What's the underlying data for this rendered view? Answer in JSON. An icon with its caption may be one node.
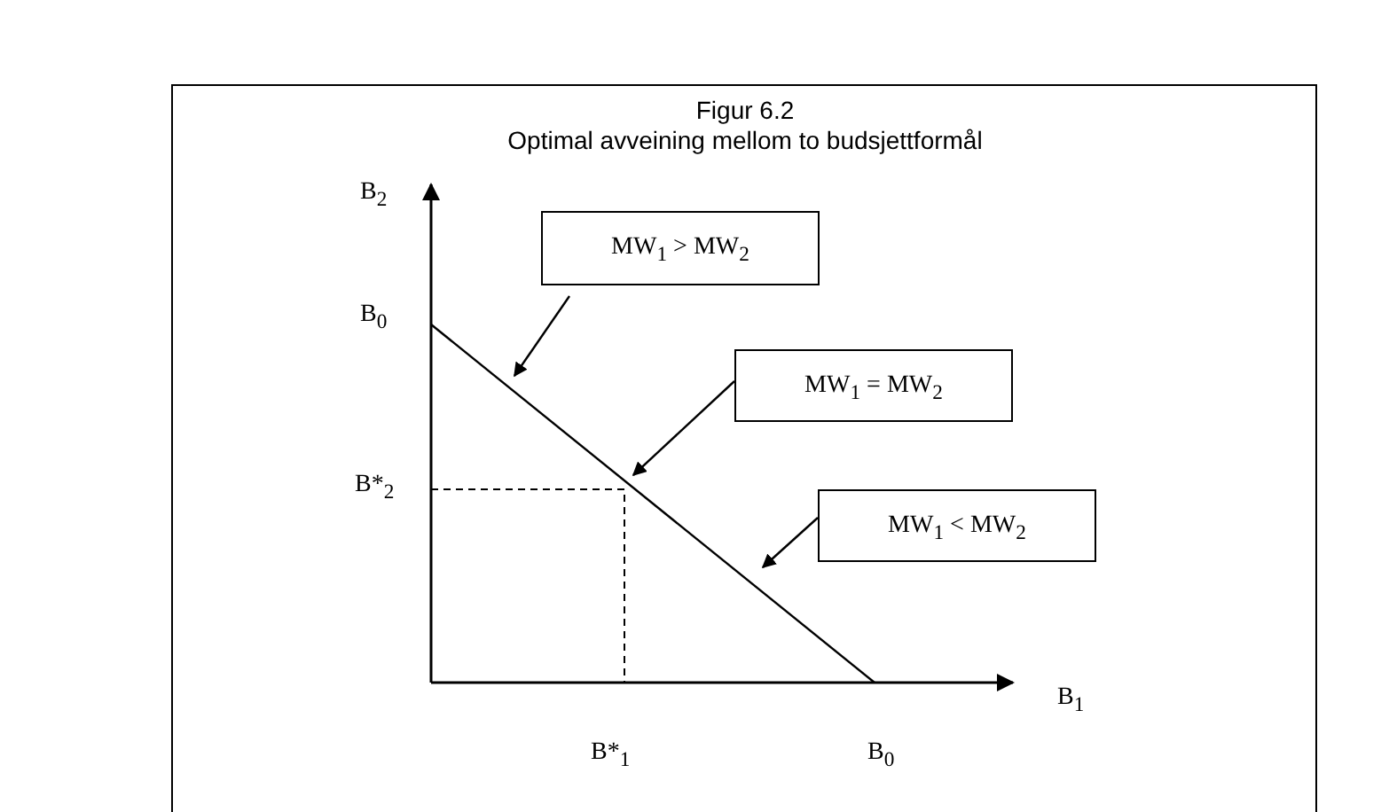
{
  "diagram": {
    "title": "Figur 6.2",
    "nodes": [
      {
        "text": [
          "MW$_{1}$ > MW$_{2}$"
        ]
      },
      {
        "text": [
          "MW$_{1}$ = MW$_{2}$"
        ]
      },
      {
        "text": [
          "MW$_{1}$ < MW$_{2}$"
        ]
      }
    ],
    "edges": [
      {
        "from": 0,
        "to": null,
        "arrow": "to"
      },
      {
        "from": 1,
        "to": null,
        "arrow": "to"
      },
      {
        "from": 2,
        "to": null,
        "arrow": "to"
      }
    ],
    "labels": [
      "Optimal avveining mellom to budsjettformål",
      "B$_{2}$",
      "B$_{0}$",
      "B*$_{2}$",
      "B$_{1}$",
      "B*$_{1}$",
      "B$_{0}$"
    ]
  }
}
